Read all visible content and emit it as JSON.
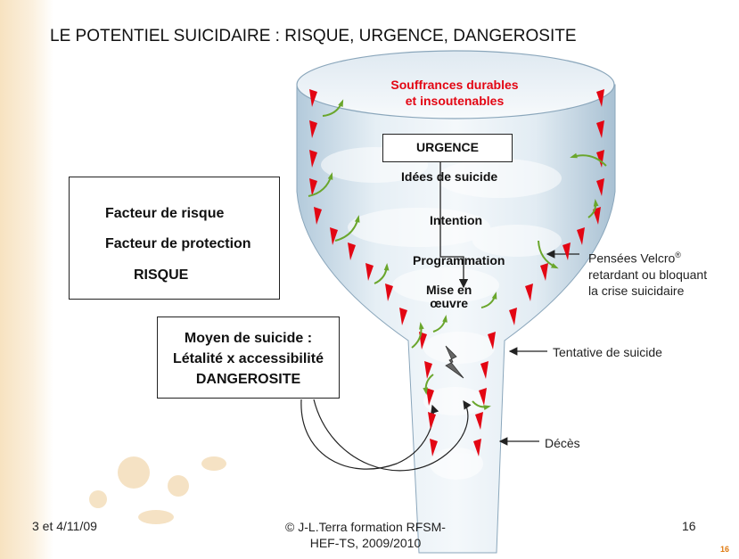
{
  "title": "LE POTENTIEL SUICIDAIRE : RISQUE, URGENCE, DANGEROSITE",
  "funnel": {
    "top_text_line1": "Souffrances durables",
    "top_text_line2": "et insoutenables",
    "urgence": "URGENCE",
    "idees": "Idées de suicide",
    "intention": "Intention",
    "programmation": "Programmation",
    "mise_line1": "Mise en",
    "mise_line2": "œuvre"
  },
  "legend": {
    "risk_label": "Facteur de risque",
    "protection_label": "Facteur de protection",
    "risque": "RISQUE"
  },
  "moyen_box": {
    "line1": "Moyen de suicide :",
    "line2": "Létalité x accessibilité",
    "line3": "DANGEROSITE"
  },
  "annotations": {
    "velcro_line1": "Pensées Velcro",
    "velcro_reg": "®",
    "velcro_line2": "retardant ou bloquant",
    "velcro_line3": "la crise suicidaire",
    "tentative": "Tentative de suicide",
    "deces": "Décès"
  },
  "footer": {
    "date": "3 et 4/11/09",
    "credit_line1": "© J-L.Terra  formation RFSM-",
    "credit_line2": "HEF-TS, 2009/2010",
    "slide_number": "16",
    "page_corner": "16"
  },
  "colors": {
    "risk_red": "#e30613",
    "protection_green": "#6aa62c",
    "funnel_blue": "#c9dbe8"
  }
}
